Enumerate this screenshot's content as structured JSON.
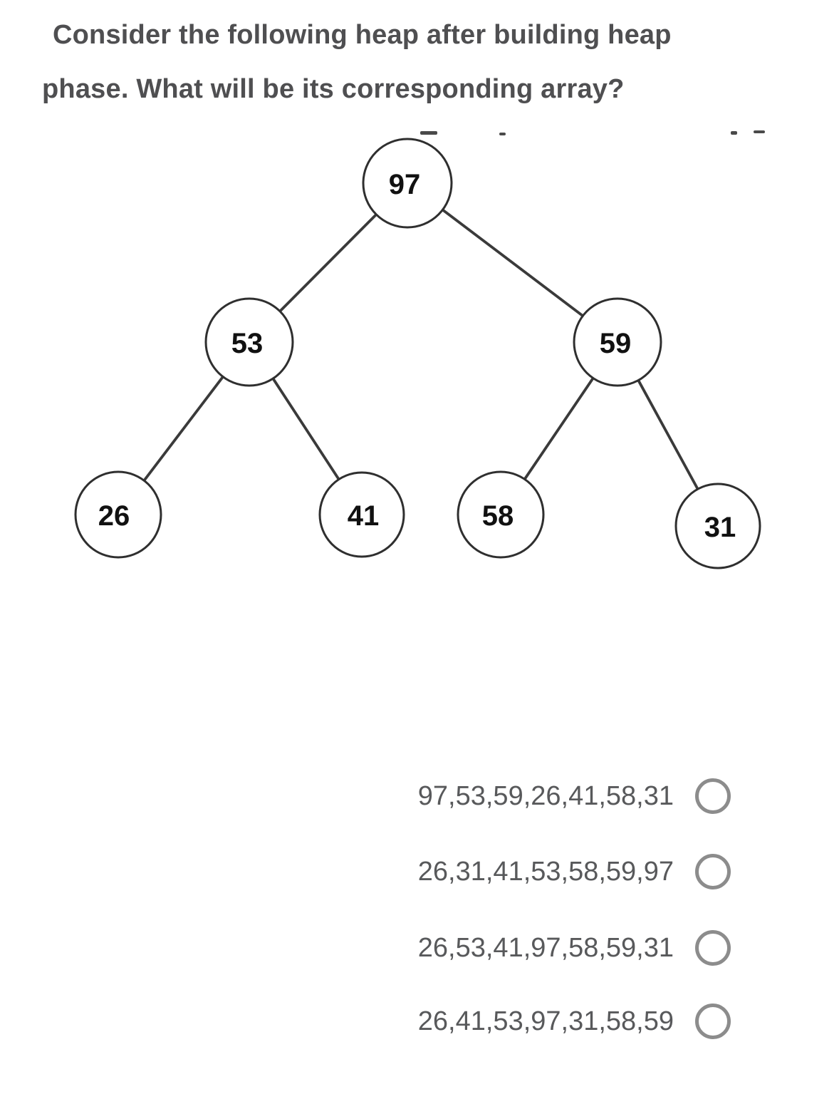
{
  "question": {
    "text": "Consider the following heap after building heap phase. What will be its corresponding array?",
    "lines": [
      "Consider the following heap after building heap",
      "phase. What will be its corresponding array?"
    ]
  },
  "heap_tree": {
    "nodes": [
      {
        "value": "97",
        "level": 0,
        "parent": null
      },
      {
        "value": "53",
        "level": 1,
        "parent": "97"
      },
      {
        "value": "59",
        "level": 1,
        "parent": "97"
      },
      {
        "value": "26",
        "level": 2,
        "parent": "53"
      },
      {
        "value": "41",
        "level": 2,
        "parent": "53"
      },
      {
        "value": "58",
        "level": 2,
        "parent": "59"
      },
      {
        "value": "31",
        "level": 2,
        "parent": "59"
      }
    ],
    "edges": [
      [
        "97",
        "53"
      ],
      [
        "97",
        "59"
      ],
      [
        "53",
        "26"
      ],
      [
        "53",
        "41"
      ],
      [
        "59",
        "58"
      ],
      [
        "59",
        "31"
      ]
    ]
  },
  "options": [
    {
      "label": "97,53,59,26,41,58,31",
      "selected": false
    },
    {
      "label": "26,31,41,53,58,59,97",
      "selected": false
    },
    {
      "label": "26,53,41,97,58,59,31",
      "selected": false
    },
    {
      "label": "26,41,53,97,31,58,59",
      "selected": false
    }
  ],
  "colors": {
    "background": "#ffffff",
    "question_text": "#4f4f51",
    "option_text": "#58595b",
    "radio_border": "#8c8c8c",
    "tree_stroke": "#2f2f2f",
    "node_value_text": "#111111"
  }
}
